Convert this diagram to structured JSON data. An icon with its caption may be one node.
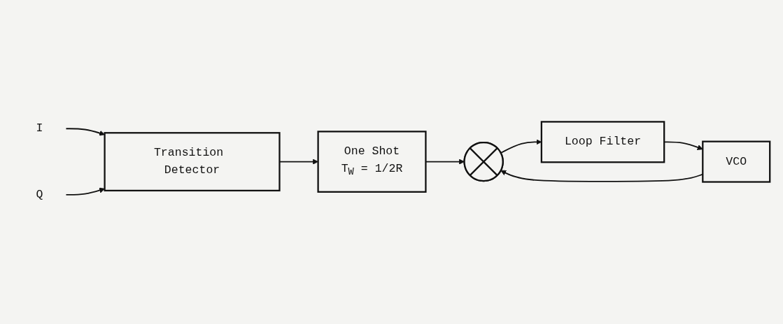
{
  "diagram": {
    "nodes": [
      {
        "text": [
          "I"
        ]
      },
      {
        "text": [
          "Q"
        ]
      },
      {
        "text": [
          "Transition Detector"
        ]
      },
      {
        "text": [
          "One Shot",
          "T$_{W}$ = 1/2R"
        ]
      },
      {
        "text": [],
        "shape": "circle"
      },
      {
        "text": [
          "Loop Filter"
        ]
      },
      {
        "text": [
          "VCO"
        ]
      }
    ],
    "edges": [
      {
        "from": 0,
        "to": 2,
        "arrow": "to"
      },
      {
        "from": 1,
        "to": 2,
        "arrow": "to"
      },
      {
        "from": 2,
        "to": 3,
        "arrow": "to"
      },
      {
        "from": 3,
        "to": 4,
        "arrow": "to"
      },
      {
        "from": 4,
        "to": 5,
        "arrow": "to"
      },
      {
        "from": 5,
        "to": 6,
        "arrow": "to"
      },
      {
        "from": 6,
        "to": 4,
        "arrow": "to"
      }
    ]
  }
}
